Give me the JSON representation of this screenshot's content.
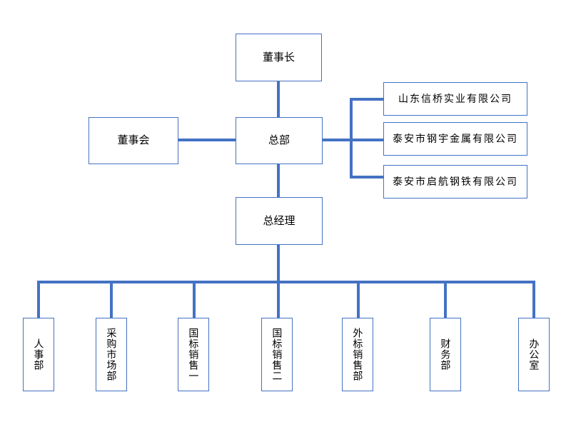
{
  "org_chart": {
    "chairman": {
      "label": "董事长"
    },
    "board": {
      "label": "董事会"
    },
    "headquarters": {
      "label": "总部"
    },
    "general_manager": {
      "label": "总经理"
    },
    "subsidiaries": [
      {
        "label": "山东信桥实业有限公司"
      },
      {
        "label": "泰安市钢宇金属有限公司"
      },
      {
        "label": "泰安市启航钢铁有限公司"
      }
    ],
    "departments": [
      {
        "label": "人事部"
      },
      {
        "label": "采购市场部"
      },
      {
        "label": "国标销售一"
      },
      {
        "label": "国标销售二"
      },
      {
        "label": "外标销售部"
      },
      {
        "label": "财务部"
      },
      {
        "label": "办公室"
      }
    ],
    "colors": {
      "connector": "#4472C4",
      "box_border": "#4472C4",
      "background": "#FFFFFF",
      "text": "#000000"
    }
  }
}
